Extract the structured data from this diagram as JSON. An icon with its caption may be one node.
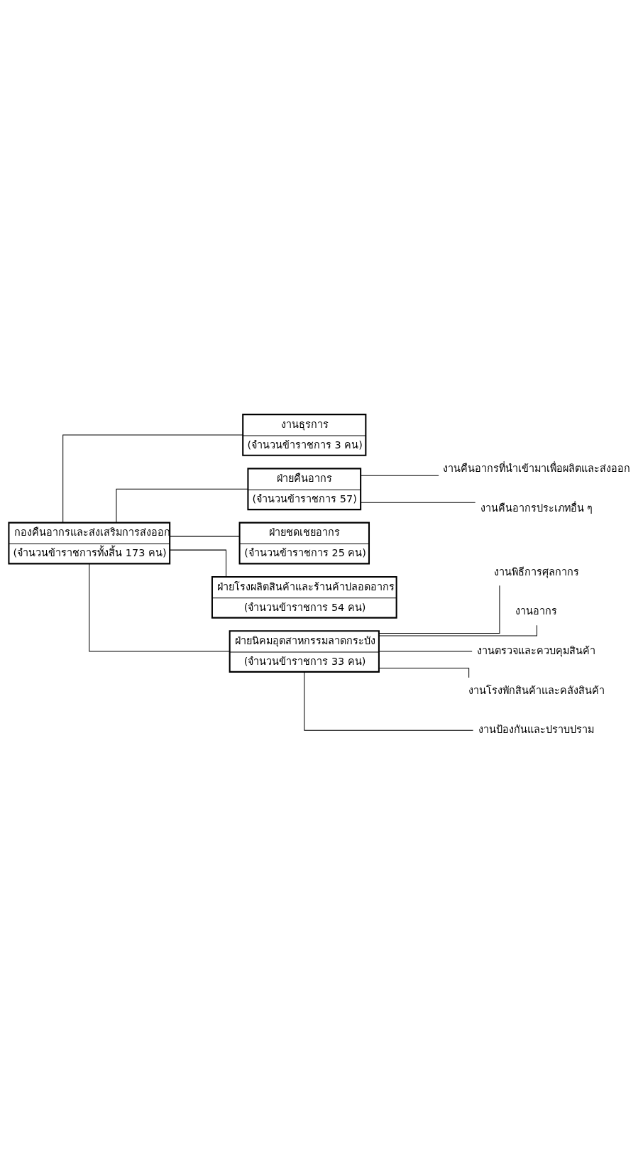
{
  "diagram": {
    "nodes": [
      {
        "text": [
          "กองคืนอากรและส่งเสริมการส่งออก",
          "(จำนวนข้าราชการทั้งสิ้น 173 คน)"
        ]
      },
      {
        "text": [
          "งานธุรการ",
          "(จำนวนข้าราชการ 3 คน)"
        ]
      },
      {
        "text": [
          "ฝ่ายคืนอากร",
          "(จำนวนข้าราชการ 57)"
        ]
      },
      {
        "text": [
          "ฝ่ายชดเชยอากร",
          "(จำนวนข้าราชการ 25 คน)"
        ]
      },
      {
        "text": [
          "ฝ่ายโรงผลิตสินค้าและร้านค้าปลอดอากร",
          "(จำนวนข้าราชการ 54 คน)"
        ]
      },
      {
        "text": [
          "ฝ่ายนิคมอุตสาหกรรมลาดกระบัง",
          "(จำนวนข้าราชการ 33 คน)"
        ]
      },
      {
        "text": [
          "งานคืนอากรที่นำเข้ามาเพื่อผลิตและส่งออก"
        ]
      },
      {
        "text": [
          "งานคืนอากรประเภทอื่น ๆ"
        ]
      },
      {
        "text": [
          "งานพิธีการศุลกากร"
        ]
      },
      {
        "text": [
          "งานอากร"
        ]
      },
      {
        "text": [
          "งานตรวจและควบคุมสินค้า"
        ]
      },
      {
        "text": [
          "งานโรงพักสินค้าและคลังสินค้า"
        ]
      },
      {
        "text": [
          "งานป้องกันและปราบปราม"
        ]
      }
    ],
    "edges": [
      {
        "from": 0,
        "to": 1,
        "arrow": "none"
      },
      {
        "from": 0,
        "to": 2,
        "arrow": "none"
      },
      {
        "from": 0,
        "to": 3,
        "arrow": "none"
      },
      {
        "from": 0,
        "to": 4,
        "arrow": "none"
      },
      {
        "from": 0,
        "to": 5,
        "arrow": "none"
      },
      {
        "from": 2,
        "to": 6,
        "arrow": "none"
      },
      {
        "from": 2,
        "to": 7,
        "arrow": "none"
      },
      {
        "from": 5,
        "to": 8,
        "arrow": "none"
      },
      {
        "from": 5,
        "to": 9,
        "arrow": "none"
      },
      {
        "from": 5,
        "to": 10,
        "arrow": "none"
      },
      {
        "from": 5,
        "to": 11,
        "arrow": "none"
      },
      {
        "from": 5,
        "to": 12,
        "arrow": "none"
      }
    ]
  }
}
